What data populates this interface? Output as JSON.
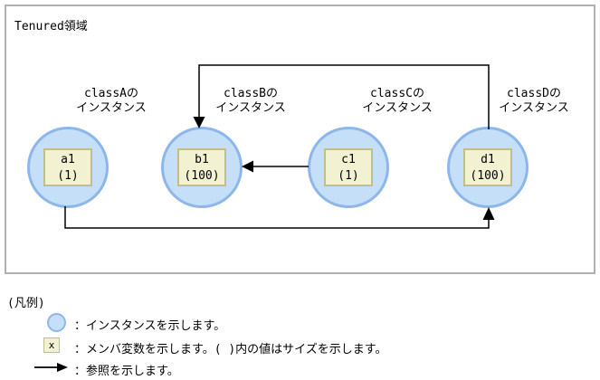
{
  "frame": {
    "title": "Tenured領域"
  },
  "instances": [
    {
      "class_label_line1": "classAの",
      "class_label_line2": "インスタンス",
      "name": "a1",
      "size": "(1)"
    },
    {
      "class_label_line1": "classBの",
      "class_label_line2": "インスタンス",
      "name": "b1",
      "size": "(100)"
    },
    {
      "class_label_line1": "classCの",
      "class_label_line2": "インスタンス",
      "name": "c1",
      "size": "(1)"
    },
    {
      "class_label_line1": "classDの",
      "class_label_line2": "インスタンス",
      "name": "d1",
      "size": "(100)"
    }
  ],
  "references": [
    {
      "from": "d1",
      "to": "b1"
    },
    {
      "from": "c1",
      "to": "b1"
    },
    {
      "from": "a1",
      "to": "d1"
    }
  ],
  "legend": {
    "title": "(凡例)",
    "items": [
      {
        "icon": "instance-circle-icon",
        "text": "：インスタンスを示します。"
      },
      {
        "icon": "member-variable-box-icon",
        "icon_label": "x",
        "text": "：メンバ変数を示します。( )内の値はサイズを示します。"
      },
      {
        "icon": "reference-arrow-icon",
        "text": "：参照を示します。"
      }
    ]
  },
  "colors": {
    "instance_fill": "#c5dff8",
    "instance_border": "#8db7ea",
    "variable_fill": "#f2f2d2",
    "variable_border": "#bfbf8a",
    "frame_border": "#b0b0b0",
    "arrow": "#000000"
  }
}
